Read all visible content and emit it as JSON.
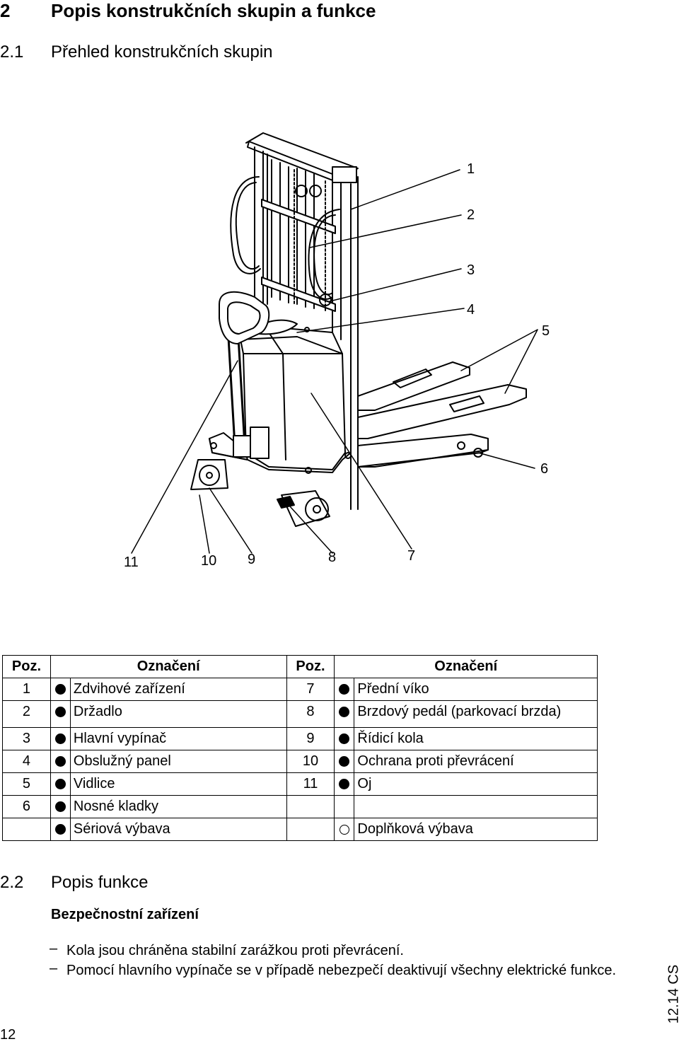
{
  "heading": {
    "number": "2",
    "title": "Popis konstrukčních skupin a funkce"
  },
  "subheading": {
    "number": "2.1",
    "title": "Přehled konstrukčních skupin"
  },
  "figure": {
    "callouts": [
      "1",
      "2",
      "3",
      "4",
      "5",
      "6",
      "7",
      "8",
      "9",
      "10",
      "11"
    ]
  },
  "legend": {
    "headers": [
      "Poz.",
      "Označení",
      "Poz.",
      "Označení"
    ],
    "rows": [
      {
        "pos_left": "1",
        "name_left": "Zdvihové zařízení",
        "pos_right": "7",
        "name_right": "Přední víko"
      },
      {
        "pos_left": "2",
        "name_left": "Držadlo",
        "pos_right": "8",
        "name_right": "Brzdový pedál (parkovací brzda)"
      },
      {
        "pos_left": "3",
        "name_left": "Hlavní vypínač",
        "pos_right": "9",
        "name_right": "Řídicí kola"
      },
      {
        "pos_left": "4",
        "name_left": "Obslužný panel",
        "pos_right": "10",
        "name_right": "Ochrana proti převrácení"
      },
      {
        "pos_left": "5",
        "name_left": "Vidlice",
        "pos_right": "11",
        "name_right": "Oj"
      },
      {
        "pos_left": "6",
        "name_left": "Nosné kladky",
        "pos_right": "",
        "name_right": ""
      }
    ],
    "key": {
      "standard": "Sériová výbava",
      "optional": "Doplňková výbava"
    }
  },
  "section22": {
    "number": "2.2",
    "title": "Popis funkce",
    "subtitle": "Bezpečnostní zařízení",
    "items": [
      "Kola jsou chráněna stabilní zarážkou proti převrácení.",
      "Pomocí hlavního vypínače se v případě nebezpečí deaktivují všechny elektrické funkce."
    ],
    "dash": "–"
  },
  "footer": {
    "page_number": "12",
    "version": "12.14 CS"
  }
}
